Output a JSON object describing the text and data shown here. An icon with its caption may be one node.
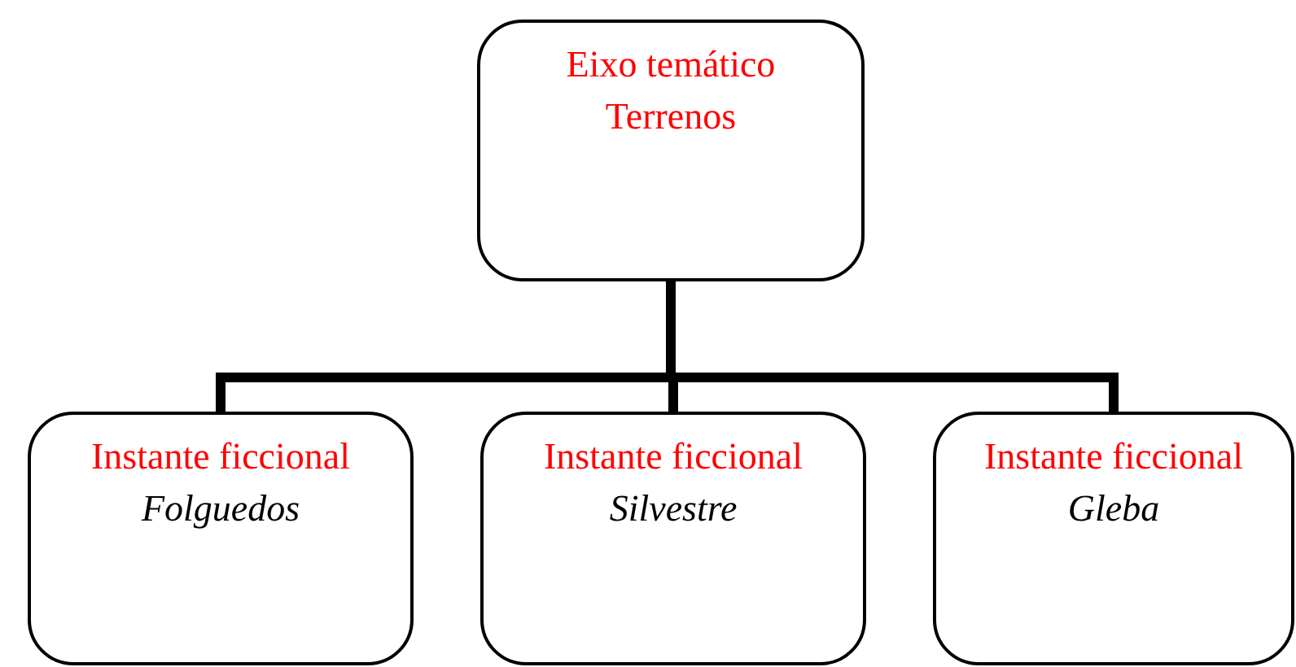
{
  "diagram": {
    "nodes": [
      {
        "text": [
          "Eixo temático",
          "Terrenos"
        ]
      },
      {
        "text": [
          "Instante ficcional",
          "Folguedos"
        ]
      },
      {
        "text": [
          "Instante ficcional",
          "Silvestre"
        ]
      },
      {
        "text": [
          "Instante ficcional",
          "Gleba"
        ]
      }
    ],
    "edges": [
      {
        "from": 0,
        "to": 1,
        "arrow": "none"
      },
      {
        "from": 0,
        "to": 2,
        "arrow": "none"
      },
      {
        "from": 0,
        "to": 3,
        "arrow": "none"
      }
    ]
  }
}
